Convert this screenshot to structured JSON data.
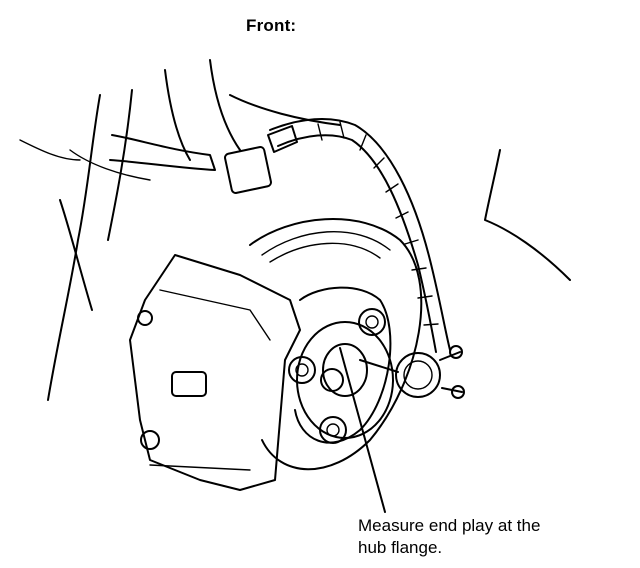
{
  "diagram": {
    "title": "Front:",
    "callout": {
      "line1": "Measure end play at the",
      "line2": "hub flange."
    }
  }
}
